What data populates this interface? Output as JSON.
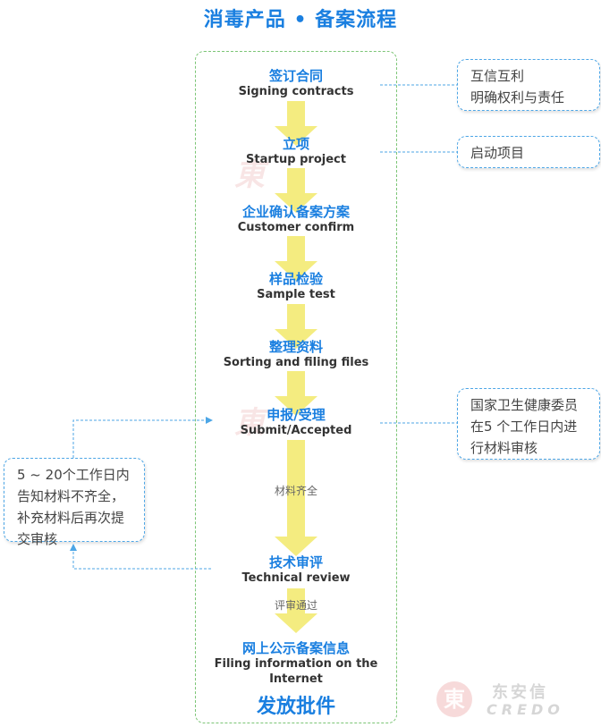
{
  "title": "消毒产品 • 备案流程",
  "steps": [
    {
      "zh": "签订合同",
      "en": "Signing contracts"
    },
    {
      "zh": "立项",
      "en": "Startup project"
    },
    {
      "zh": "企业确认备案方案",
      "en": "Customer confirm"
    },
    {
      "zh": "样品检验",
      "en": "Sample test"
    },
    {
      "zh": "整理资料",
      "en": "Sorting and filing files"
    },
    {
      "zh": "申报/受理",
      "en": "Submit/Accepted"
    },
    {
      "zh": "技术审评",
      "en": "Technical review"
    },
    {
      "zh": "网上公示备案信息",
      "en": "Filing information on the Internet"
    }
  ],
  "final_step": "发放批件",
  "mid_labels": {
    "materials_complete": "材料齐全",
    "review_passed": "评审通过"
  },
  "notes": {
    "mutual": "互信互利\n明确权利与责任",
    "start": "启动项目",
    "nhc": "国家卫生健康委员\n在5 个工作日内进\n行材料审核",
    "supplement": "5 ~ 20个工作日内\n告知材料不齐全，\n补充材料后再次提\n交审核"
  },
  "brand": {
    "name": "东安信",
    "latin": "CREDO"
  },
  "colors": {
    "blue": "#1a7fe0",
    "arrow": "#f4ec80",
    "frame": "#7cc576",
    "connector": "#4da6e6"
  }
}
